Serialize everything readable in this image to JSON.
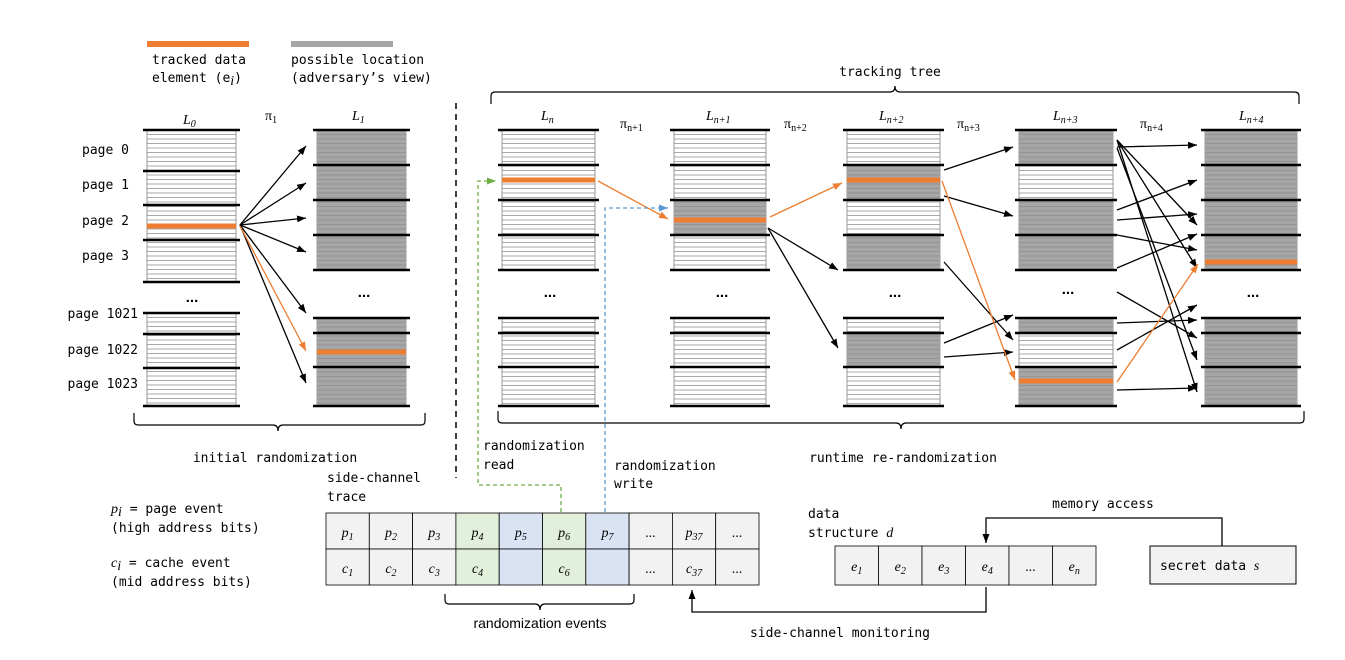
{
  "legend": {
    "tracked_line1": "tracked data",
    "tracked_line2": "element (e",
    "tracked_sub": "i",
    "tracked_close": ")",
    "possible_line1": "possible location",
    "possible_line2": "(adversary’s view)",
    "colors": {
      "tracked": "#ed7d31",
      "possible": "#a6a6a6"
    }
  },
  "pages": {
    "labels": [
      "page 0",
      "page 1",
      "page 2",
      "page 3",
      "page 1021",
      "page 1022",
      "page 1023"
    ],
    "ellipsis": "..."
  },
  "layouts": {
    "L0": {
      "base": "L",
      "sub": "0"
    },
    "L1": {
      "base": "L",
      "sub": "1"
    },
    "Ln": {
      "base": "L",
      "sub": "n"
    },
    "Ln1": {
      "base": "L",
      "sub": "n+1"
    },
    "Ln2": {
      "base": "L",
      "sub": "n+2"
    },
    "Ln3": {
      "base": "L",
      "sub": "n+3"
    },
    "Ln4": {
      "base": "L",
      "sub": "n+4"
    }
  },
  "permutations": {
    "p1": {
      "base": "π",
      "sub": "1"
    },
    "pn1": {
      "base": "π",
      "sub": "n+1"
    },
    "pn2": {
      "base": "π",
      "sub": "n+2"
    },
    "pn3": {
      "base": "π",
      "sub": "n+3"
    },
    "pn4": {
      "base": "π",
      "sub": "n+4"
    }
  },
  "labels": {
    "tracking_tree": "tracking tree",
    "initial_randomization": "initial randomization",
    "runtime_rerandomization": "runtime re-randomization",
    "randomization_read_1": "randomization",
    "randomization_read_2": "read",
    "randomization_write_1": "randomization",
    "randomization_write_2": "write",
    "side_channel_trace_1": "side-channel",
    "side_channel_trace_2": "trace",
    "page_event_var": "p",
    "page_event_sub": "i",
    "page_event_text": " = page event",
    "page_event_desc": "(high address bits)",
    "cache_event_var": "c",
    "cache_event_sub": "i",
    "cache_event_text": " = cache event",
    "cache_event_desc": "(mid address bits)",
    "randomization_events": "randomization events",
    "side_channel_monitoring": "side-channel monitoring",
    "memory_access": "memory access",
    "data_structure_1": "data",
    "data_structure_2": "structure ",
    "data_structure_var": "d",
    "secret_data": "secret data ",
    "secret_data_var": "s"
  },
  "trace": {
    "page_row": [
      {
        "base": "p",
        "sub": "1"
      },
      {
        "base": "p",
        "sub": "2"
      },
      {
        "base": "p",
        "sub": "3"
      },
      {
        "base": "p",
        "sub": "4"
      },
      {
        "base": "p",
        "sub": "5"
      },
      {
        "base": "p",
        "sub": "6"
      },
      {
        "base": "p",
        "sub": "7"
      },
      {
        "base": "...",
        "sub": ""
      },
      {
        "base": "p",
        "sub": "37"
      },
      {
        "base": "...",
        "sub": ""
      }
    ],
    "cache_row": [
      {
        "base": "c",
        "sub": "1"
      },
      {
        "base": "c",
        "sub": "2"
      },
      {
        "base": "c",
        "sub": "3"
      },
      {
        "base": "c",
        "sub": "4"
      },
      {
        "base": "",
        "sub": ""
      },
      {
        "base": "c",
        "sub": "6"
      },
      {
        "base": "",
        "sub": ""
      },
      {
        "base": "...",
        "sub": ""
      },
      {
        "base": "c",
        "sub": "37"
      },
      {
        "base": "...",
        "sub": ""
      }
    ],
    "cell_colors": [
      "#f2f2f2",
      "#f2f2f2",
      "#f2f2f2",
      "#e2efda",
      "#dae3f3",
      "#e2efda",
      "#dae3f3",
      "#f2f2f2",
      "#f2f2f2",
      "#f2f2f2"
    ]
  },
  "data_elements": [
    {
      "base": "e",
      "sub": "1"
    },
    {
      "base": "e",
      "sub": "2"
    },
    {
      "base": "e",
      "sub": "3"
    },
    {
      "base": "e",
      "sub": "4"
    },
    {
      "base": "...",
      "sub": ""
    },
    {
      "base": "e",
      "sub": "n"
    }
  ]
}
